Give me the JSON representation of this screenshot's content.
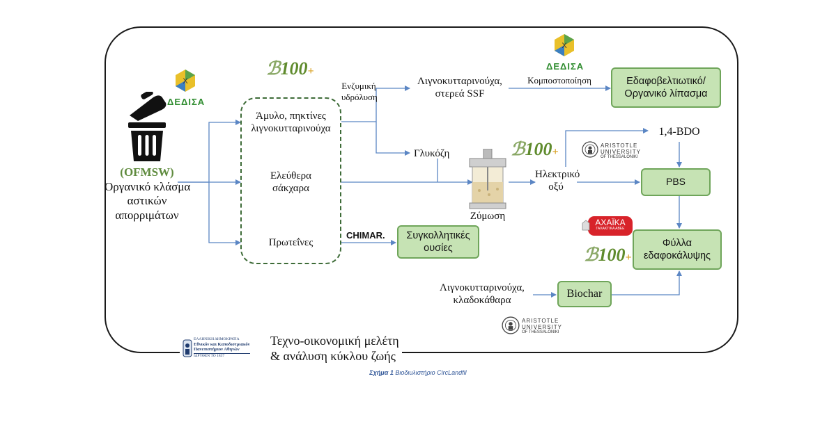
{
  "diagram": {
    "source": {
      "abbr": "(OFMSW)",
      "label_line1": "Οργανικό κλάσμα",
      "label_line2": "αστικών",
      "label_line3": "απορριμάτων"
    },
    "fractions": {
      "item1_line1": "Άμυλο, πηκτίνες",
      "item1_line2": "λιγνοκυτταρινούχα",
      "item2_line1": "Ελεύθερα",
      "item2_line2": "σάκχαρα",
      "item3": "Πρωτεΐνες"
    },
    "edge_labels": {
      "hydrolysis_line1": "Ενζυμική",
      "hydrolysis_line2": "υδρόλυση",
      "composting": "Κομποστοποίηση",
      "chimar": "CHIMAR."
    },
    "nodes": {
      "ssf_line1": "Λιγνοκυτταρινούχα,",
      "ssf_line2": "στερεά SSF",
      "glucose": "Γλυκόζη",
      "fermentation": "Ζύμωση",
      "succinic_line1": "Ηλεκτρικό",
      "succinic_line2": "οξύ",
      "bdo": "1,4-BDO",
      "ligno2_line1": "Λιγνοκυτταρινούχα,",
      "ligno2_line2": "κλαδοκάθαρα"
    },
    "products": {
      "soil_line1": "Εδαφοβελτιωτικό/",
      "soil_line2": "Οργανικό λίπασμα",
      "adhesives_line1": "Συγκολλητικές",
      "adhesives_line2": "ουσίες",
      "pbs": "PBS",
      "mulch_line1": "Φύλλα",
      "mulch_line2": "εδαφοκάλυψης",
      "biochar": "Biochar"
    },
    "footer": {
      "tea_line1": "Τεχνο-οικονομική μελέτη",
      "tea_line2": "& ανάλυση κύκλου ζωής"
    },
    "logos": {
      "dedisa": "ΔΕΔΙΣΑ",
      "hundred": "100",
      "auth_line1": "ARISTOTLE",
      "auth_line2": "UNIVERSITY",
      "auth_line3": "OF THESSALONIKI",
      "achaika": "ΑΧΑΪΚΑ",
      "achaika_sub": "ΓΑΛΑΚΤΙΚΑ ΑΒΕΕ",
      "nkua_line1": "ΕΛΛΗΝΙΚΗ ΔΗΜΟΚΡΑΤΙΑ",
      "nkua_line2": "Εθνικόν και Καποδιστριακόν",
      "nkua_line3": "Πανεπιστήμιον Αθηνών",
      "nkua_line4": "ΙΔΡΥΘΕΝ ΤΟ 1837"
    }
  },
  "caption": {
    "label": "Σχήμα 1",
    "text": " Βιοδιυλιστήριο CircLandfil"
  },
  "colors": {
    "box_fill": "#c6e3b4",
    "box_border": "#6fa55a",
    "arrow": "#5b86c4",
    "dashed": "#3d6b37"
  }
}
